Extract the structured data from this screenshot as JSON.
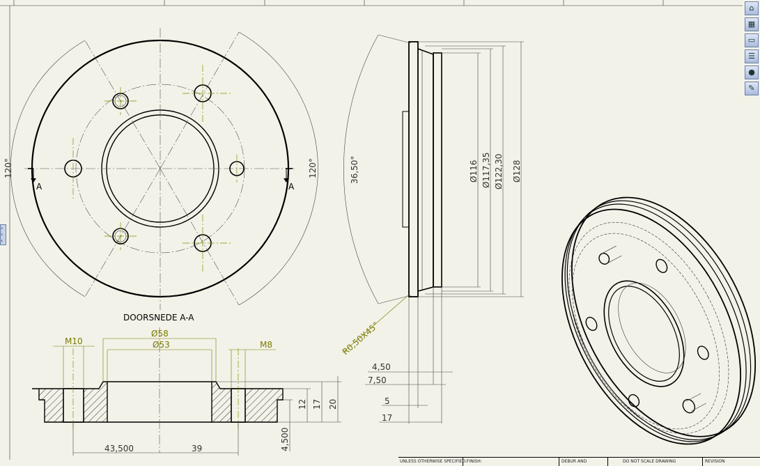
{
  "section_label": "DOORSNEDE A-A",
  "cut_marker": "A",
  "front_view": {
    "angle_left": "120°",
    "angle_right": "120°"
  },
  "side_view": {
    "angle": "36,50°",
    "chamfer": "R0,50X45°",
    "diameters": [
      "Ø116",
      "Ø117,35",
      "Ø122,30",
      "Ø128"
    ],
    "offsets": [
      "4,50",
      "7,50",
      "5",
      "17"
    ]
  },
  "section_view": {
    "thread_left": "M10",
    "thread_right": "M8",
    "bore_outer": "Ø58",
    "bore_inner": "Ø53",
    "bottom_left": "43,500",
    "bottom_right": "39",
    "heights": [
      "12",
      "17",
      "20"
    ],
    "step": "4,500"
  },
  "title_block": {
    "cell1": "UNLESS OTHERWISE SPECIFIED:",
    "cell2": "FINISH:",
    "cell3": "DEBUR AND",
    "cell4": "DO NOT SCALE DRAWING",
    "cell5": "REVISION"
  },
  "toolbar": {
    "icons": [
      "home-icon",
      "palette-icon",
      "folder-icon",
      "layers-icon",
      "appearance-icon",
      "properties-icon"
    ]
  },
  "colors": {
    "sheet": "#f2f2e8",
    "dimension_green": "#7a7a00",
    "line": "#000000"
  }
}
